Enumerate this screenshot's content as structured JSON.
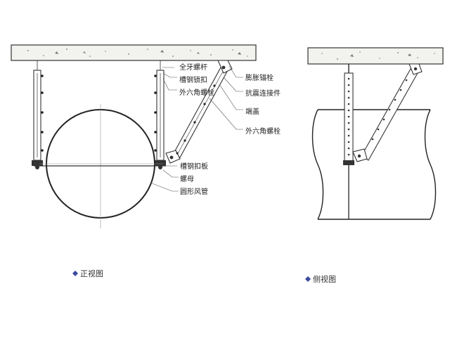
{
  "front_view": {
    "caption": "正视图",
    "labels": {
      "threaded_rod": "全牙螺杆",
      "channel_lock": "槽钢锁扣",
      "hex_bolt_top": "外六角螺栓",
      "expansion_anchor": "膨胀锚栓",
      "seismic_connector": "抗震连接件",
      "end_cap": "端盖",
      "hex_bolt_brace": "外六角螺栓",
      "channel_plate": "槽钢扣板",
      "nut": "螺母",
      "round_duct": "圆形风管"
    }
  },
  "side_view": {
    "caption": "侧视图"
  },
  "colors": {
    "line": "#333333",
    "caption_marker": "#3a4aa0",
    "concrete_fill": "#f2f2ee"
  }
}
